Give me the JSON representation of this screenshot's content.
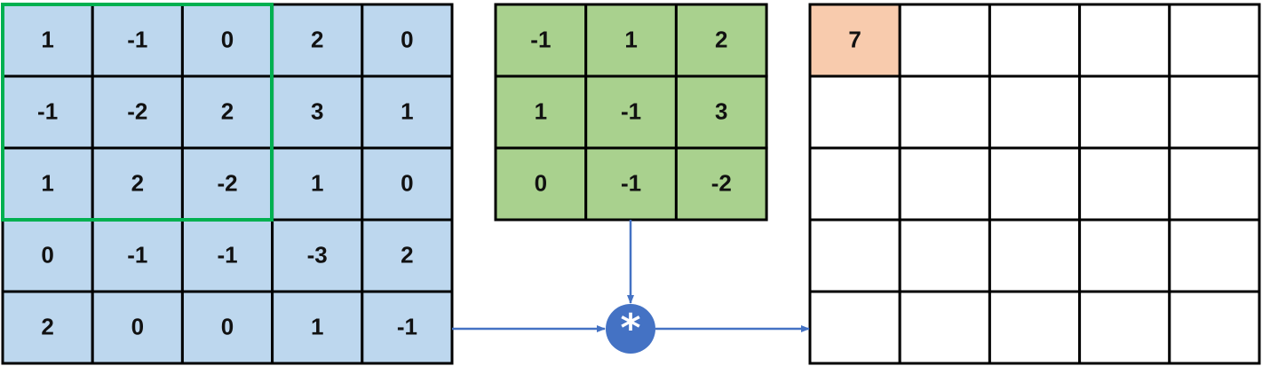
{
  "input_matrix": {
    "fill": "#bdd7ee",
    "rows": [
      [
        "1",
        "-1",
        "0",
        "2",
        "0"
      ],
      [
        "-1",
        "-2",
        "2",
        "3",
        "1"
      ],
      [
        "1",
        "2",
        "-2",
        "1",
        "0"
      ],
      [
        "0",
        "-1",
        "-1",
        "-3",
        "2"
      ],
      [
        "2",
        "0",
        "0",
        "1",
        "-1"
      ]
    ],
    "window_color": "#00b050"
  },
  "kernel": {
    "fill": "#a9d18e",
    "rows": [
      [
        "-1",
        "1",
        "2"
      ],
      [
        "1",
        "-1",
        "3"
      ],
      [
        "0",
        "-1",
        "-2"
      ]
    ]
  },
  "operator": {
    "symbol": "*",
    "fill": "#4472c4"
  },
  "output_matrix": {
    "rows": [
      [
        "7",
        "",
        "",
        "",
        ""
      ],
      [
        "",
        "",
        "",
        "",
        ""
      ],
      [
        "",
        "",
        "",
        "",
        ""
      ],
      [
        "",
        "",
        "",
        "",
        ""
      ],
      [
        "",
        "",
        "",
        "",
        ""
      ]
    ],
    "highlight_fill": "#f8cbad"
  },
  "arrow_color": "#4472c4"
}
